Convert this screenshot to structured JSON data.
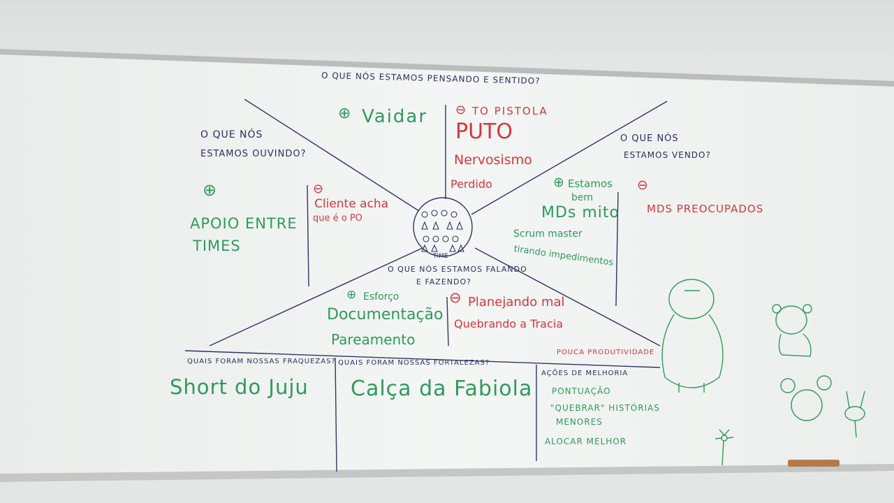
{
  "colors": {
    "wall": "#e4e6e5",
    "board": "#f2f4f3",
    "frame": "#b8bcbc",
    "marker_navy": "#27305e",
    "marker_green": "#2f9a5c",
    "marker_red": "#d8363c"
  },
  "empathy_map": {
    "top_question": "O QUE NÓS ESTAMOS PENSANDO E SENTIDO?",
    "think_feel": {
      "plus_sign": "⊕",
      "plus_text": "Vaidar",
      "minus_sign": "⊖",
      "minus_items": [
        "TO PISTOLA",
        "PUTO",
        "Nervosismo",
        "Perdido"
      ]
    },
    "hear": {
      "question_lines": [
        "O QUE NÓS",
        "ESTAMOS OUVINDO?"
      ],
      "plus_sign": "⊕",
      "plus_lines": [
        "APOIO ENTRE",
        "TIMES"
      ],
      "minus_sign": "⊖",
      "minus_lines": [
        "Cliente acha",
        "que é o PO"
      ]
    },
    "see": {
      "question_lines": [
        "O QUE NÓS",
        "ESTAMOS VENDO?"
      ],
      "plus_sign": "⊕",
      "plus_lines": [
        "Estamos",
        "bem",
        "MDs mito",
        "Scrum master",
        "tirando impedimentos"
      ],
      "minus_sign": "⊖",
      "minus_text": "MDS PREOCUPADOS"
    },
    "center": {
      "label": "TIME"
    },
    "say_do": {
      "question_lines": [
        "O QUE NÓS ESTAMOS FALANDO",
        "E FAZENDO?"
      ],
      "plus_sign": "⊕",
      "plus_label": "Esforço",
      "plus_lines": [
        "Documentação",
        "Pareamento"
      ],
      "minus_sign": "⊖",
      "minus_lines": [
        "Planejando mal",
        "Quebrando a Tracia"
      ],
      "extra_note": "POUCA PRODUTIVIDADE"
    }
  },
  "bottom_table": {
    "weaknesses": {
      "header": "QUAIS FORAM NOSSAS FRAQUEZAS?",
      "content": "Short do Juju"
    },
    "strengths": {
      "header": "QUAIS FORAM NOSSAS FORTALEZAS?",
      "content": "Calça da Fabiola"
    },
    "improvements": {
      "header": "AÇÕES DE MELHORIA",
      "items": [
        "PONTUAÇÃO",
        "\"QUEBRAR\" HISTÓRIAS",
        "MENORES",
        "ALOCAR MELHOR"
      ]
    }
  },
  "doodles": [
    "robot-doodle",
    "bear-doodle",
    "mickey-doodle",
    "bunny-doodle",
    "flower-doodle"
  ]
}
